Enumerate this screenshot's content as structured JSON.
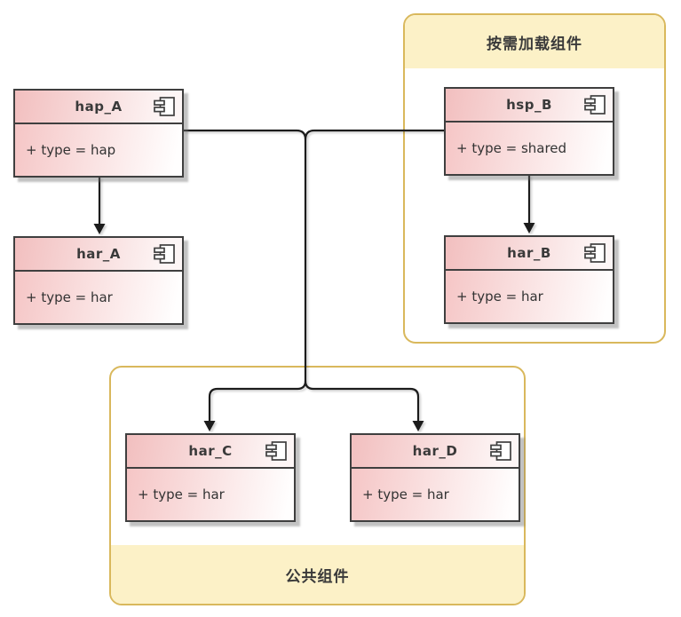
{
  "diagram": {
    "type": "uml-component-diagram",
    "background": "#ffffff",
    "colors": {
      "box_border": "#3f3f3f",
      "box_fill_pink": "#f2bfbf",
      "box_fill_light": "#fffdfd",
      "group_border": "#d9b85c",
      "group_band_fill": "#fcf1c7",
      "connector": "#1c1c1c",
      "text": "#333333"
    }
  },
  "groups": [
    {
      "id": "ondemand",
      "title": "按需加载组件",
      "members": [
        "hsp_B",
        "har_B"
      ]
    },
    {
      "id": "common",
      "title": "公共组件",
      "members": [
        "har_C",
        "har_D"
      ]
    }
  ],
  "components": [
    {
      "id": "hap_A",
      "title": "hap_A",
      "attribute": "+ type = hap",
      "group": null
    },
    {
      "id": "har_A",
      "title": "har_A",
      "attribute": "+ type = har",
      "group": null
    },
    {
      "id": "hsp_B",
      "title": "hsp_B",
      "attribute": "+ type = shared",
      "group": "ondemand"
    },
    {
      "id": "har_B",
      "title": "har_B",
      "attribute": "+ type = har",
      "group": "ondemand"
    },
    {
      "id": "har_C",
      "title": "har_C",
      "attribute": "+ type = har",
      "group": "common"
    },
    {
      "id": "har_D",
      "title": "har_D",
      "attribute": "+ type = har",
      "group": "common"
    }
  ],
  "relations": [
    {
      "from": "hap_A",
      "to": "har_A",
      "style": "arrow"
    },
    {
      "from": "hsp_B",
      "to": "har_B",
      "style": "arrow"
    },
    {
      "from": [
        "hap_A",
        "hsp_B"
      ],
      "to": [
        "har_C",
        "har_D"
      ],
      "style": "merged-trunk-arrows"
    }
  ]
}
